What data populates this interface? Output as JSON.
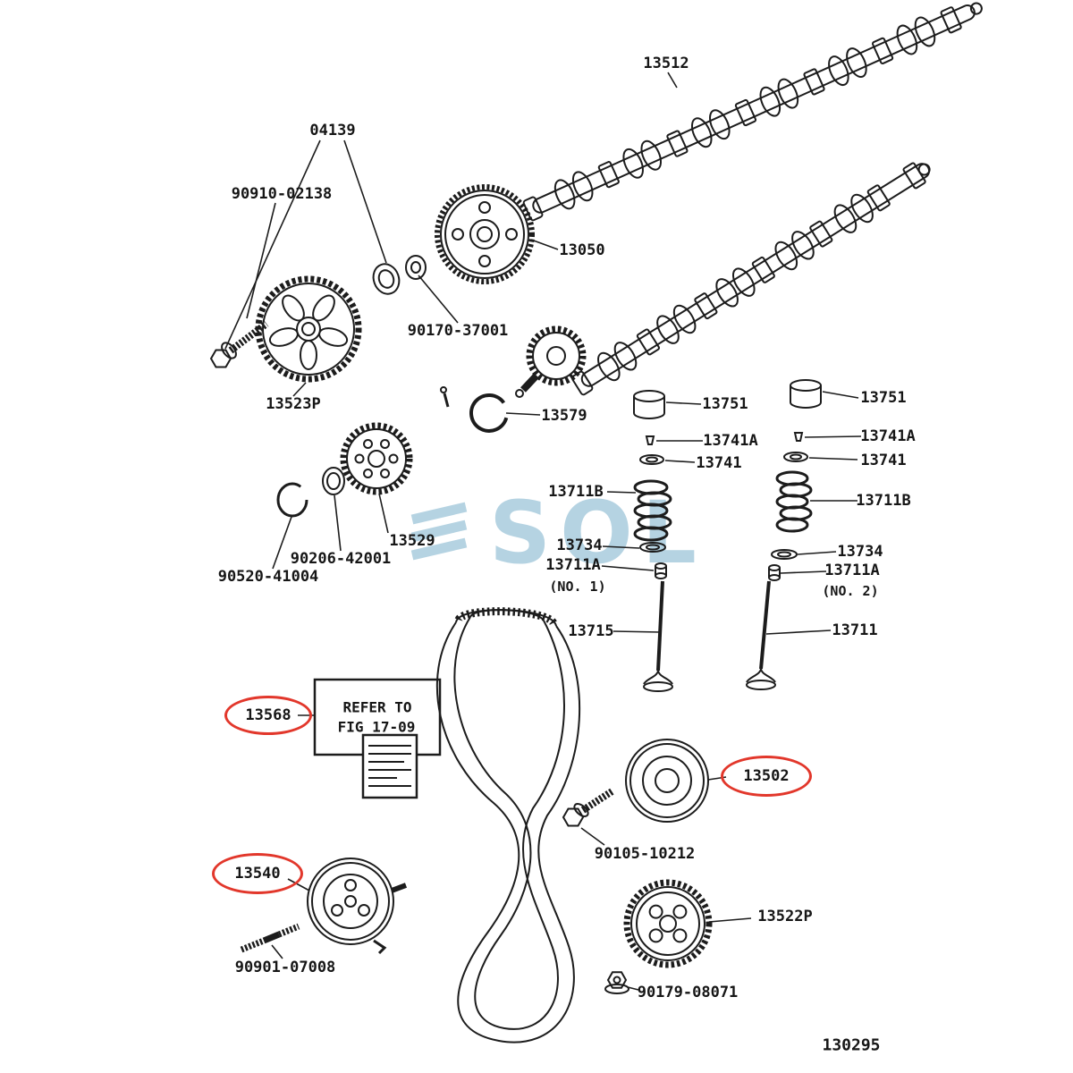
{
  "diagram": {
    "figure_number": "130295",
    "note_box": {
      "line1": "REFER TO",
      "line2": "FIG 17-09"
    },
    "watermark": {
      "text": "SOL",
      "color": "#aecfdf"
    },
    "highlight_color": "#e2372b",
    "highlighted_parts": [
      "13568",
      "13502",
      "13540"
    ],
    "labels": {
      "p13512": "13512",
      "p04139": "04139",
      "p90910_02138": "90910-02138",
      "p13050": "13050",
      "p90170_37001": "90170-37001",
      "p13523P": "13523P",
      "p13579": "13579",
      "p13751_no1": "13751",
      "p13751_no2": "13751",
      "p13741A_no1": "13741A",
      "p13741A_no2": "13741A",
      "p13741_no1": "13741",
      "p13741_no2": "13741",
      "p13711B_no1": "13711B",
      "p13711B_no2": "13711B",
      "p13529": "13529",
      "p90206_42001": "90206-42001",
      "p13734_no1": "13734",
      "p13734_no2": "13734",
      "p90520_41004": "90520-41004",
      "p13711A_no1": "13711A",
      "no1_note": "(NO. 1)",
      "p13711A_no2": "13711A",
      "no2_note": "(NO. 2)",
      "p13715": "13715",
      "p13711": "13711",
      "p13568": "13568",
      "p13502": "13502",
      "p90105_10212": "90105-10212",
      "p13540": "13540",
      "p13522P": "13522P",
      "p90901_07008": "90901-07008",
      "p90179_08071": "90179-08071"
    }
  }
}
